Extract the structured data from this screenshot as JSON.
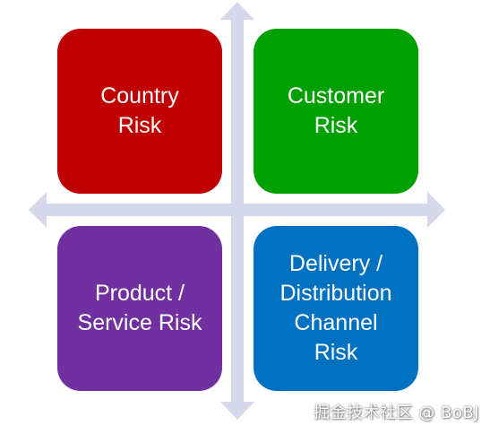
{
  "quadrants": {
    "top_left": {
      "label": "Country\nRisk",
      "color": "#c00000"
    },
    "top_right": {
      "label": "Customer\nRisk",
      "color": "#00a000"
    },
    "bottom_left": {
      "label": "Product /\nService Risk",
      "color": "#7030a0"
    },
    "bottom_right": {
      "label": "Delivery /\nDistribution\nChannel\nRisk",
      "color": "#0070c0"
    }
  },
  "axes": {
    "color": "#d5d8ea"
  },
  "watermark": {
    "text": "掘金技术社区 @ BoBJ"
  }
}
